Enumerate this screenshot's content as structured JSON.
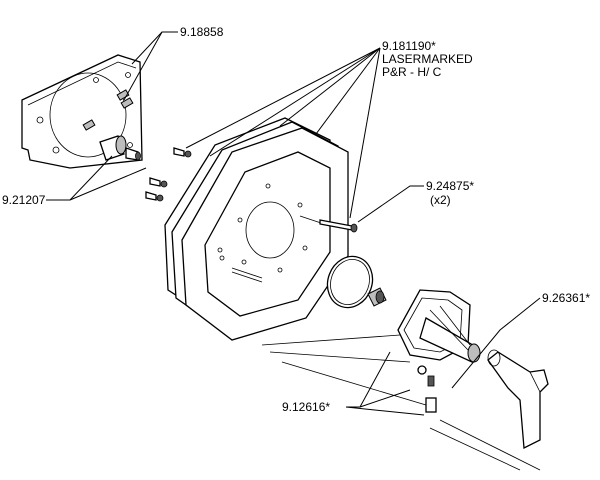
{
  "callouts": {
    "c1": "9.18858",
    "c2_line1": "9.181190*",
    "c2_line2": "LASERMARKED",
    "c2_line3": "P&R - H/ C",
    "c3": "9.21207",
    "c4_line1": "9.24875*",
    "c4_line2": "(x2)",
    "c5": "9.26361*",
    "c6": "9.12616*"
  },
  "colors": {
    "ink": "#000000",
    "paper": "#ffffff",
    "shade": "#bdbdbd"
  }
}
